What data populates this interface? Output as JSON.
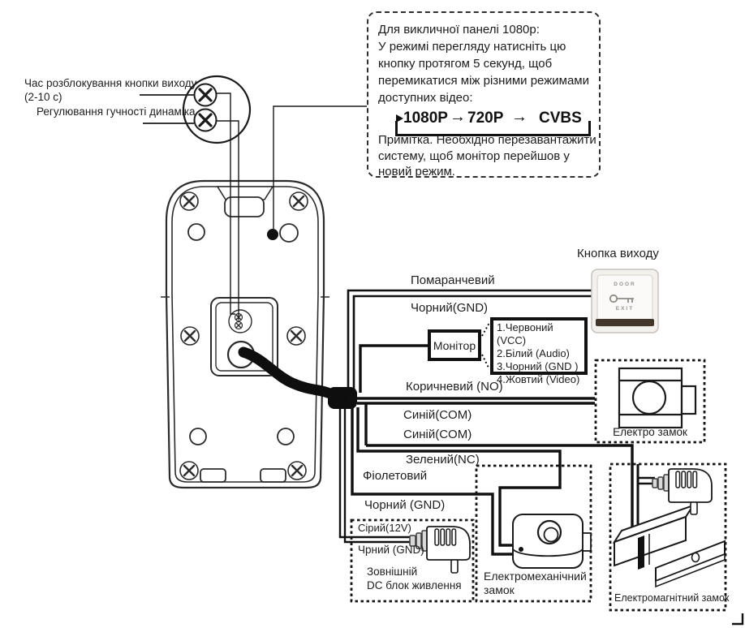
{
  "colors": {
    "line": "#1a1a1a",
    "dashed_box": "#2f2f2f",
    "button_strip": "#43372c"
  },
  "callouts": {
    "unlock_time": "Час розблокування кнопки виходу",
    "unlock_time_range": "(2-10 с)",
    "speaker_volume": "Регулювання гучності динаміка"
  },
  "instruction_box": {
    "lines": [
      "Для викличної панелі 1080p:",
      "У режимі перегляду натисніть цю",
      "кнопку протягом 5 секунд, щоб",
      "перемикатися між різними режимами",
      "доступних відео:"
    ],
    "modes": [
      "1080P",
      "720P",
      "CVBS"
    ],
    "arrow": "→",
    "note_lines": [
      "Примітка. Необхідно перезавантажити",
      "систему, щоб монітор перейшов у",
      "новий режим."
    ]
  },
  "exit_button": {
    "title": "Кнопка виходу",
    "door": "DOOR",
    "exit": "EXIT"
  },
  "wires": {
    "orange": "Помаранчевий",
    "black_gnd": "Чорний(GND)",
    "brown_no": "Коричневий (NO)",
    "blue_com_1": "Синій(COM)",
    "blue_com_2": "Синій(COM)",
    "green_nc": "Зелений(NC)",
    "violet": "Фіолетовий",
    "black_gnd_2": "Чорний (GND)"
  },
  "monitor": {
    "label": "Монітор",
    "pins": [
      "1.Червоний (VCC)",
      "2.Білий (Audio)",
      "3.Чорний (GND )",
      "4.Жовтий (Video)"
    ]
  },
  "devices": {
    "electric_lock": "Електро замок",
    "electromech_lock_line1": "Електромеханічний",
    "electromech_lock_line2": "замок",
    "magnetic_lock": "Електромагнітний замок"
  },
  "psu": {
    "gray_12v": "Сірий(12V)",
    "black_gnd": "Чрний (GND)",
    "name_line1": "Зовнішній",
    "name_line2": "DC блок живлення"
  }
}
